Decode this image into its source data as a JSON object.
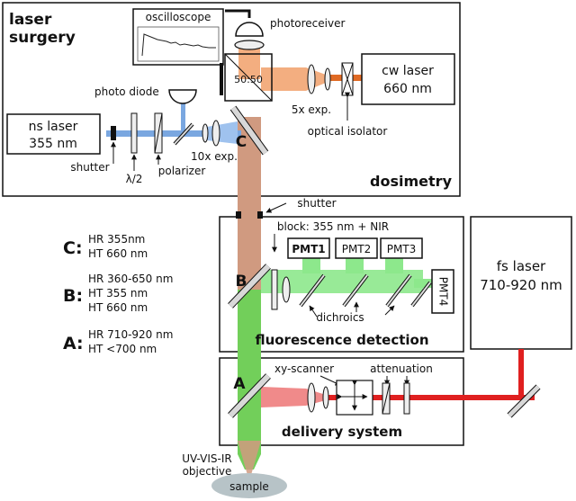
{
  "boxes": {
    "surgery_title_line1": "laser",
    "surgery_title_line2": "surgery",
    "dosimetry": "dosimetry",
    "fluorescence": "fluorescence detection",
    "delivery": "delivery system"
  },
  "components": {
    "oscilloscope": "oscilloscope",
    "photoreceiver": "photoreceiver",
    "photodiode": "photo diode",
    "beamsplitter": "50:50",
    "cw_laser_line1": "cw laser",
    "cw_laser_line2": "660 nm",
    "exp5x": "5x exp.",
    "isolator": "optical isolator",
    "ns_laser_line1": "ns laser",
    "ns_laser_line2": "355 nm",
    "shutter_ns": "shutter",
    "halfwave": "λ/2",
    "polarizer": "polarizer",
    "exp10x": "10x exp.",
    "shutter_main": "shutter",
    "block": "block: 355 nm + NIR",
    "pmt1": "PMT1",
    "pmt2": "PMT2",
    "pmt3": "PMT3",
    "pmt4": "PMT4",
    "dichroics": "dichroics",
    "fs_laser_line1": "fs laser",
    "fs_laser_line2": "710-920 nm",
    "xy_scanner": "xy-scanner",
    "attenuation": "attenuation",
    "objective_line1": "UV-VIS-IR",
    "objective_line2": "objective",
    "sample": "sample"
  },
  "mirror_labels": {
    "c": "C",
    "b": "B",
    "a": "A"
  },
  "legend": [
    {
      "key": "C:",
      "lines": [
        "HR 355nm",
        "HT 660 nm"
      ]
    },
    {
      "key": "B:",
      "lines": [
        "HR 360-650 nm",
        "HT 355 nm",
        "HT 660 nm"
      ]
    },
    {
      "key": "A:",
      "lines": [
        "HR 710-920 nm",
        "HT <700 nm"
      ]
    }
  ],
  "colors": {
    "uv_beam": "#7aa7e0",
    "cw_beam": "#f0a070",
    "cw_beam_dark": "#e06020",
    "main_beam": "#d09a80",
    "green": "#7ee08a",
    "green_dark": "#5fc24a",
    "fs_red": "#e02020",
    "fs_pink": "#f08a8a",
    "sample": "#b7c3c7"
  }
}
